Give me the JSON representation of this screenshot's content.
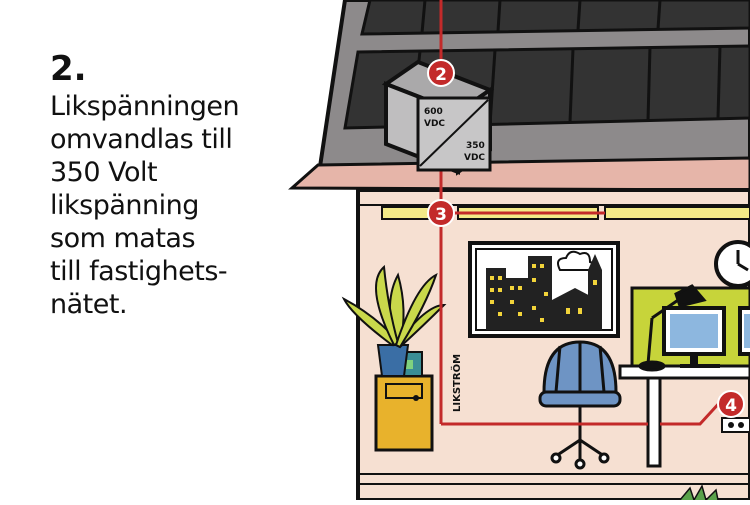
{
  "step": {
    "number": "2.",
    "lines": [
      "Likspänningen",
      "omvandlas till",
      "350 Volt",
      "likspänning",
      "som matas",
      "till fastighets-",
      "nätet."
    ]
  },
  "converter": {
    "input_label": [
      "600",
      "VDC"
    ],
    "output_label": [
      "350",
      "VDC"
    ]
  },
  "markers": [
    "2",
    "3",
    "4"
  ],
  "wire_label": "LIKSTRÖM",
  "colors": {
    "wire": "#c32a2a",
    "roof": "#8d8a8b",
    "wall": "#f6e0d2",
    "screen_wall": "#c7d43a",
    "cabinet": "#e8b22c"
  }
}
